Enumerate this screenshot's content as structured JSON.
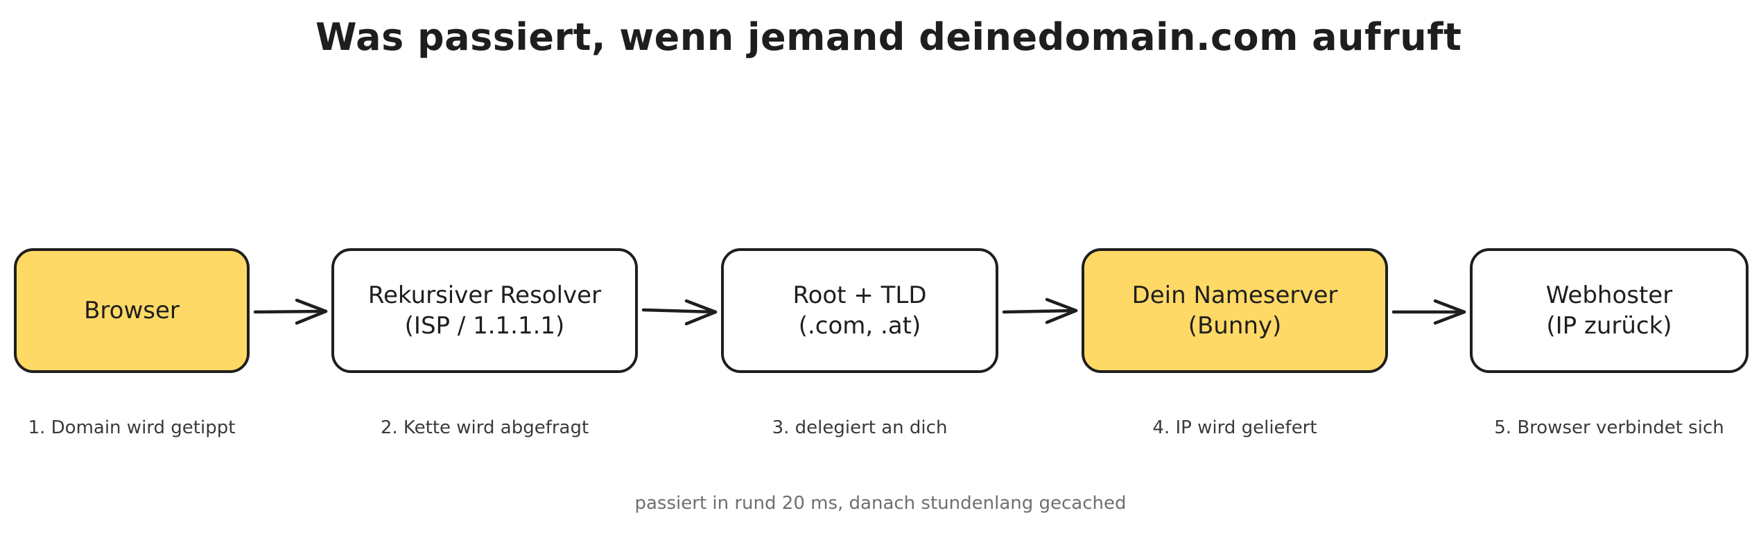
{
  "title": "Was passiert, wenn jemand deinedomain.com aufruft",
  "colors": {
    "highlight_fill": "#ffd966",
    "default_fill": "#ffffff",
    "stroke": "#1e1e1e"
  },
  "nodes": [
    {
      "label": "Browser",
      "highlighted": true
    },
    {
      "label": "Rekursiver Resolver\n(ISP / 1.1.1.1)",
      "highlighted": false
    },
    {
      "label": "Root + TLD\n(.com, .at)",
      "highlighted": false
    },
    {
      "label": "Dein Nameserver\n(Bunny)",
      "highlighted": true
    },
    {
      "label": "Webhoster\n(IP zurück)",
      "highlighted": false
    }
  ],
  "steps": [
    "1. Domain wird getippt",
    "2. Kette wird abgefragt",
    "3. delegiert an dich",
    "4. IP wird geliefert",
    "5. Browser verbindet sich"
  ],
  "footnote": "passiert in rund 20 ms, danach stundenlang gecached"
}
